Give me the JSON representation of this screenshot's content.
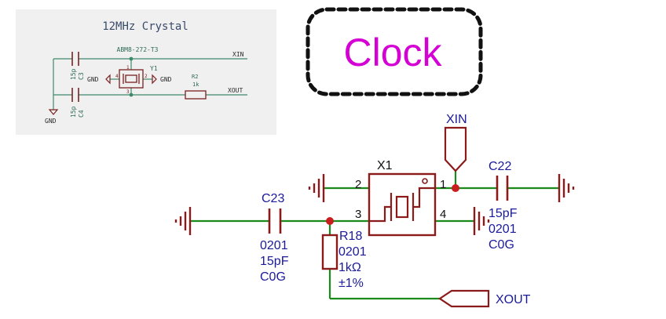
{
  "colors": {
    "wire": "#1a8a1a",
    "component": "#8b1a1a",
    "label": "#1a1a9a",
    "title": "#d400d4",
    "inset_bg": "#f0f0f0",
    "inset_line": "#3d8a6b",
    "inset_text": "#3a4a6a"
  },
  "inset": {
    "title": "12MHz Crystal",
    "part": "ABM8-272-T3",
    "xin_net": "XIN",
    "xout_net": "XOUT",
    "gnd_left": "GND",
    "gnd_right": "GND",
    "gnd_bottom": "GND",
    "c3_value": "15p",
    "c3_ref": "C3",
    "c4_value": "15p",
    "c4_ref": "C4",
    "crystal_ref": "Y1",
    "pin1": "1",
    "pin2": "2",
    "pin3": "3",
    "pin4": "4",
    "r2_ref": "R2",
    "r2_value": "1k"
  },
  "heading": {
    "text": "Clock"
  },
  "main": {
    "xin_label": "XIN",
    "xout_label": "XOUT",
    "x1_ref": "X1",
    "pin1": "1",
    "pin2": "2",
    "pin3": "3",
    "pin4": "4",
    "c22": {
      "ref": "C22",
      "value": "15pF",
      "size": "0201",
      "dielectric": "C0G"
    },
    "c23": {
      "ref": "C23",
      "size": "0201",
      "value": "15pF",
      "dielectric": "C0G"
    },
    "r18": {
      "ref": "R18",
      "size": "0201",
      "value": "1kΩ",
      "tolerance": "±1%"
    }
  }
}
